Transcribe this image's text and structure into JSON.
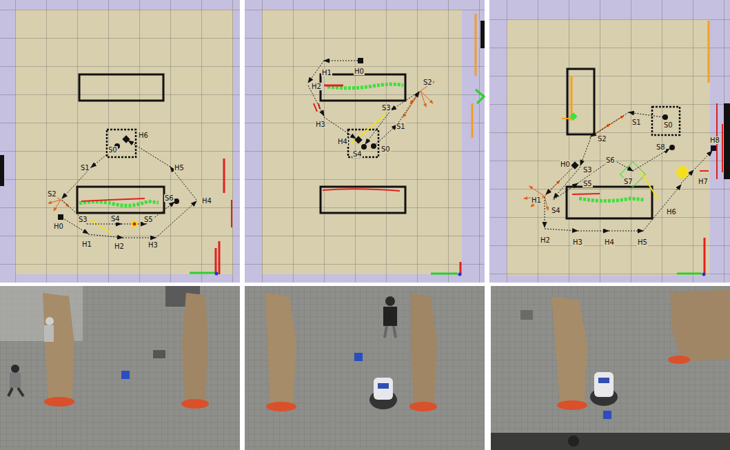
{
  "diagram": {
    "labels": [
      "H6",
      "S0",
      "S1",
      "H5",
      "S2",
      "S6",
      "H4",
      "S3",
      "S4",
      "S5",
      "H0",
      "H1",
      "H2",
      "H3",
      "H1",
      "H0",
      "H2",
      "S2",
      "S3",
      "S1",
      "H3",
      "H4",
      "S4",
      "S0",
      "S1",
      "S0",
      "S2",
      "S8",
      "H8",
      "H0",
      "S3",
      "S6",
      "S5",
      "S7",
      "H7",
      "H1",
      "S4",
      "H6",
      "H2",
      "H3",
      "H4",
      "H5"
    ]
  }
}
